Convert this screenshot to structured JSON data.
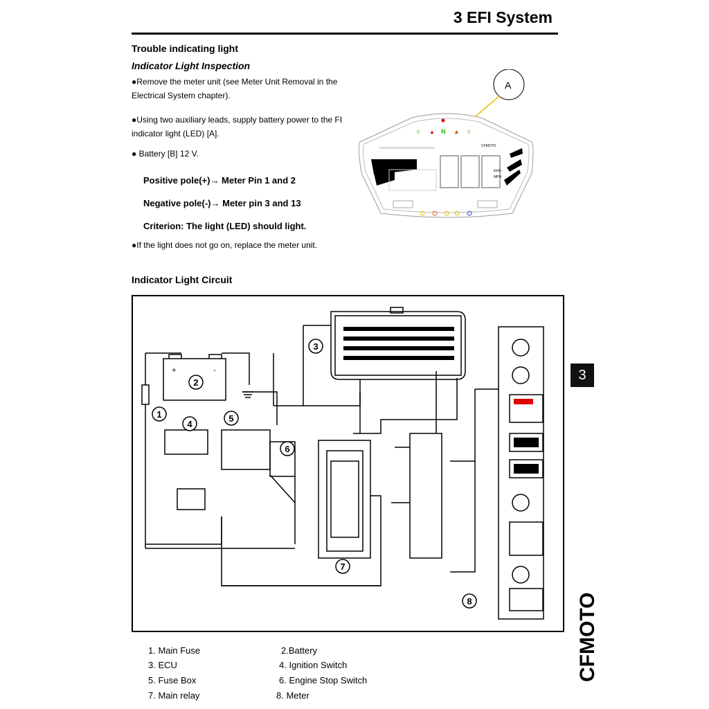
{
  "header": {
    "title": "3 EFI System"
  },
  "section1": {
    "title": "Trouble indicating light",
    "subtitle": "Indicator Light Inspection",
    "bullets": [
      "●Remove the meter unit (see Meter Unit Removal in the Electrical System chapter).",
      "●Using two auxiliary leads, supply battery power to the FI indicator light (LED) [A].",
      "● Battery [B] 12 V."
    ],
    "specs": [
      "Positive pole(+)→ Meter Pin 1 and 2",
      "Negative pole(-)→ Meter pin 3 and 13",
      "Criterion: The light (LED) should light."
    ],
    "last_bullet": "●If the light does not go on, replace the meter unit."
  },
  "meter_figure": {
    "callout": "A",
    "brand": "CFMOTO",
    "units": "km/h",
    "units2": "MPH"
  },
  "section2": {
    "title": "Indicator Light Circuit"
  },
  "circuit_numbers": [
    "1",
    "2",
    "3",
    "4",
    "5",
    "6",
    "7",
    "8"
  ],
  "legend": [
    [
      "1. Main Fuse",
      "2.Battery"
    ],
    [
      "3. ECU",
      "4. Ignition Switch"
    ],
    [
      "5. Fuse Box",
      "6. Engine Stop Switch"
    ],
    [
      "7. Main relay",
      "8. Meter"
    ]
  ],
  "tab": {
    "number": "3"
  },
  "brand": {
    "text": "CFMOTO"
  }
}
